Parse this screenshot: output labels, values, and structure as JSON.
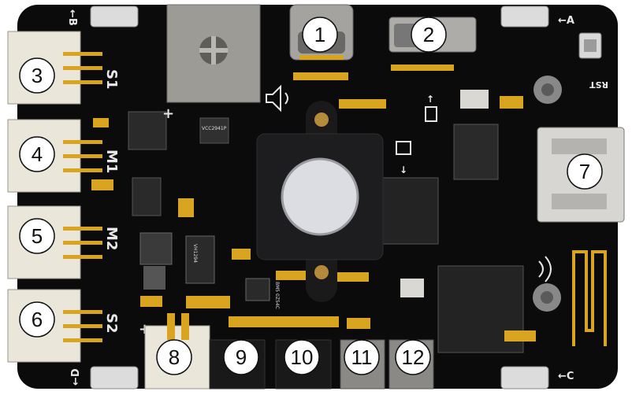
{
  "callouts": [
    "1",
    "2",
    "3",
    "4",
    "5",
    "6",
    "7",
    "8",
    "9",
    "10",
    "11",
    "12"
  ],
  "side_labels": [
    "S1",
    "M1",
    "M2",
    "S2"
  ],
  "corner_labels": [
    "←B",
    "←A",
    "←D",
    "←C"
  ],
  "board_texts": {
    "reset": "RST",
    "plus": "+",
    "minus": "-",
    "chip_a": "VCC2941P",
    "chip_b": "VH1294",
    "chip_c": "BM5 0Z54C"
  },
  "colors": {
    "board": "#0b0b0b",
    "gold": "#d9a520",
    "silk": "#e8e8e8",
    "connector": "#ebe6da"
  }
}
